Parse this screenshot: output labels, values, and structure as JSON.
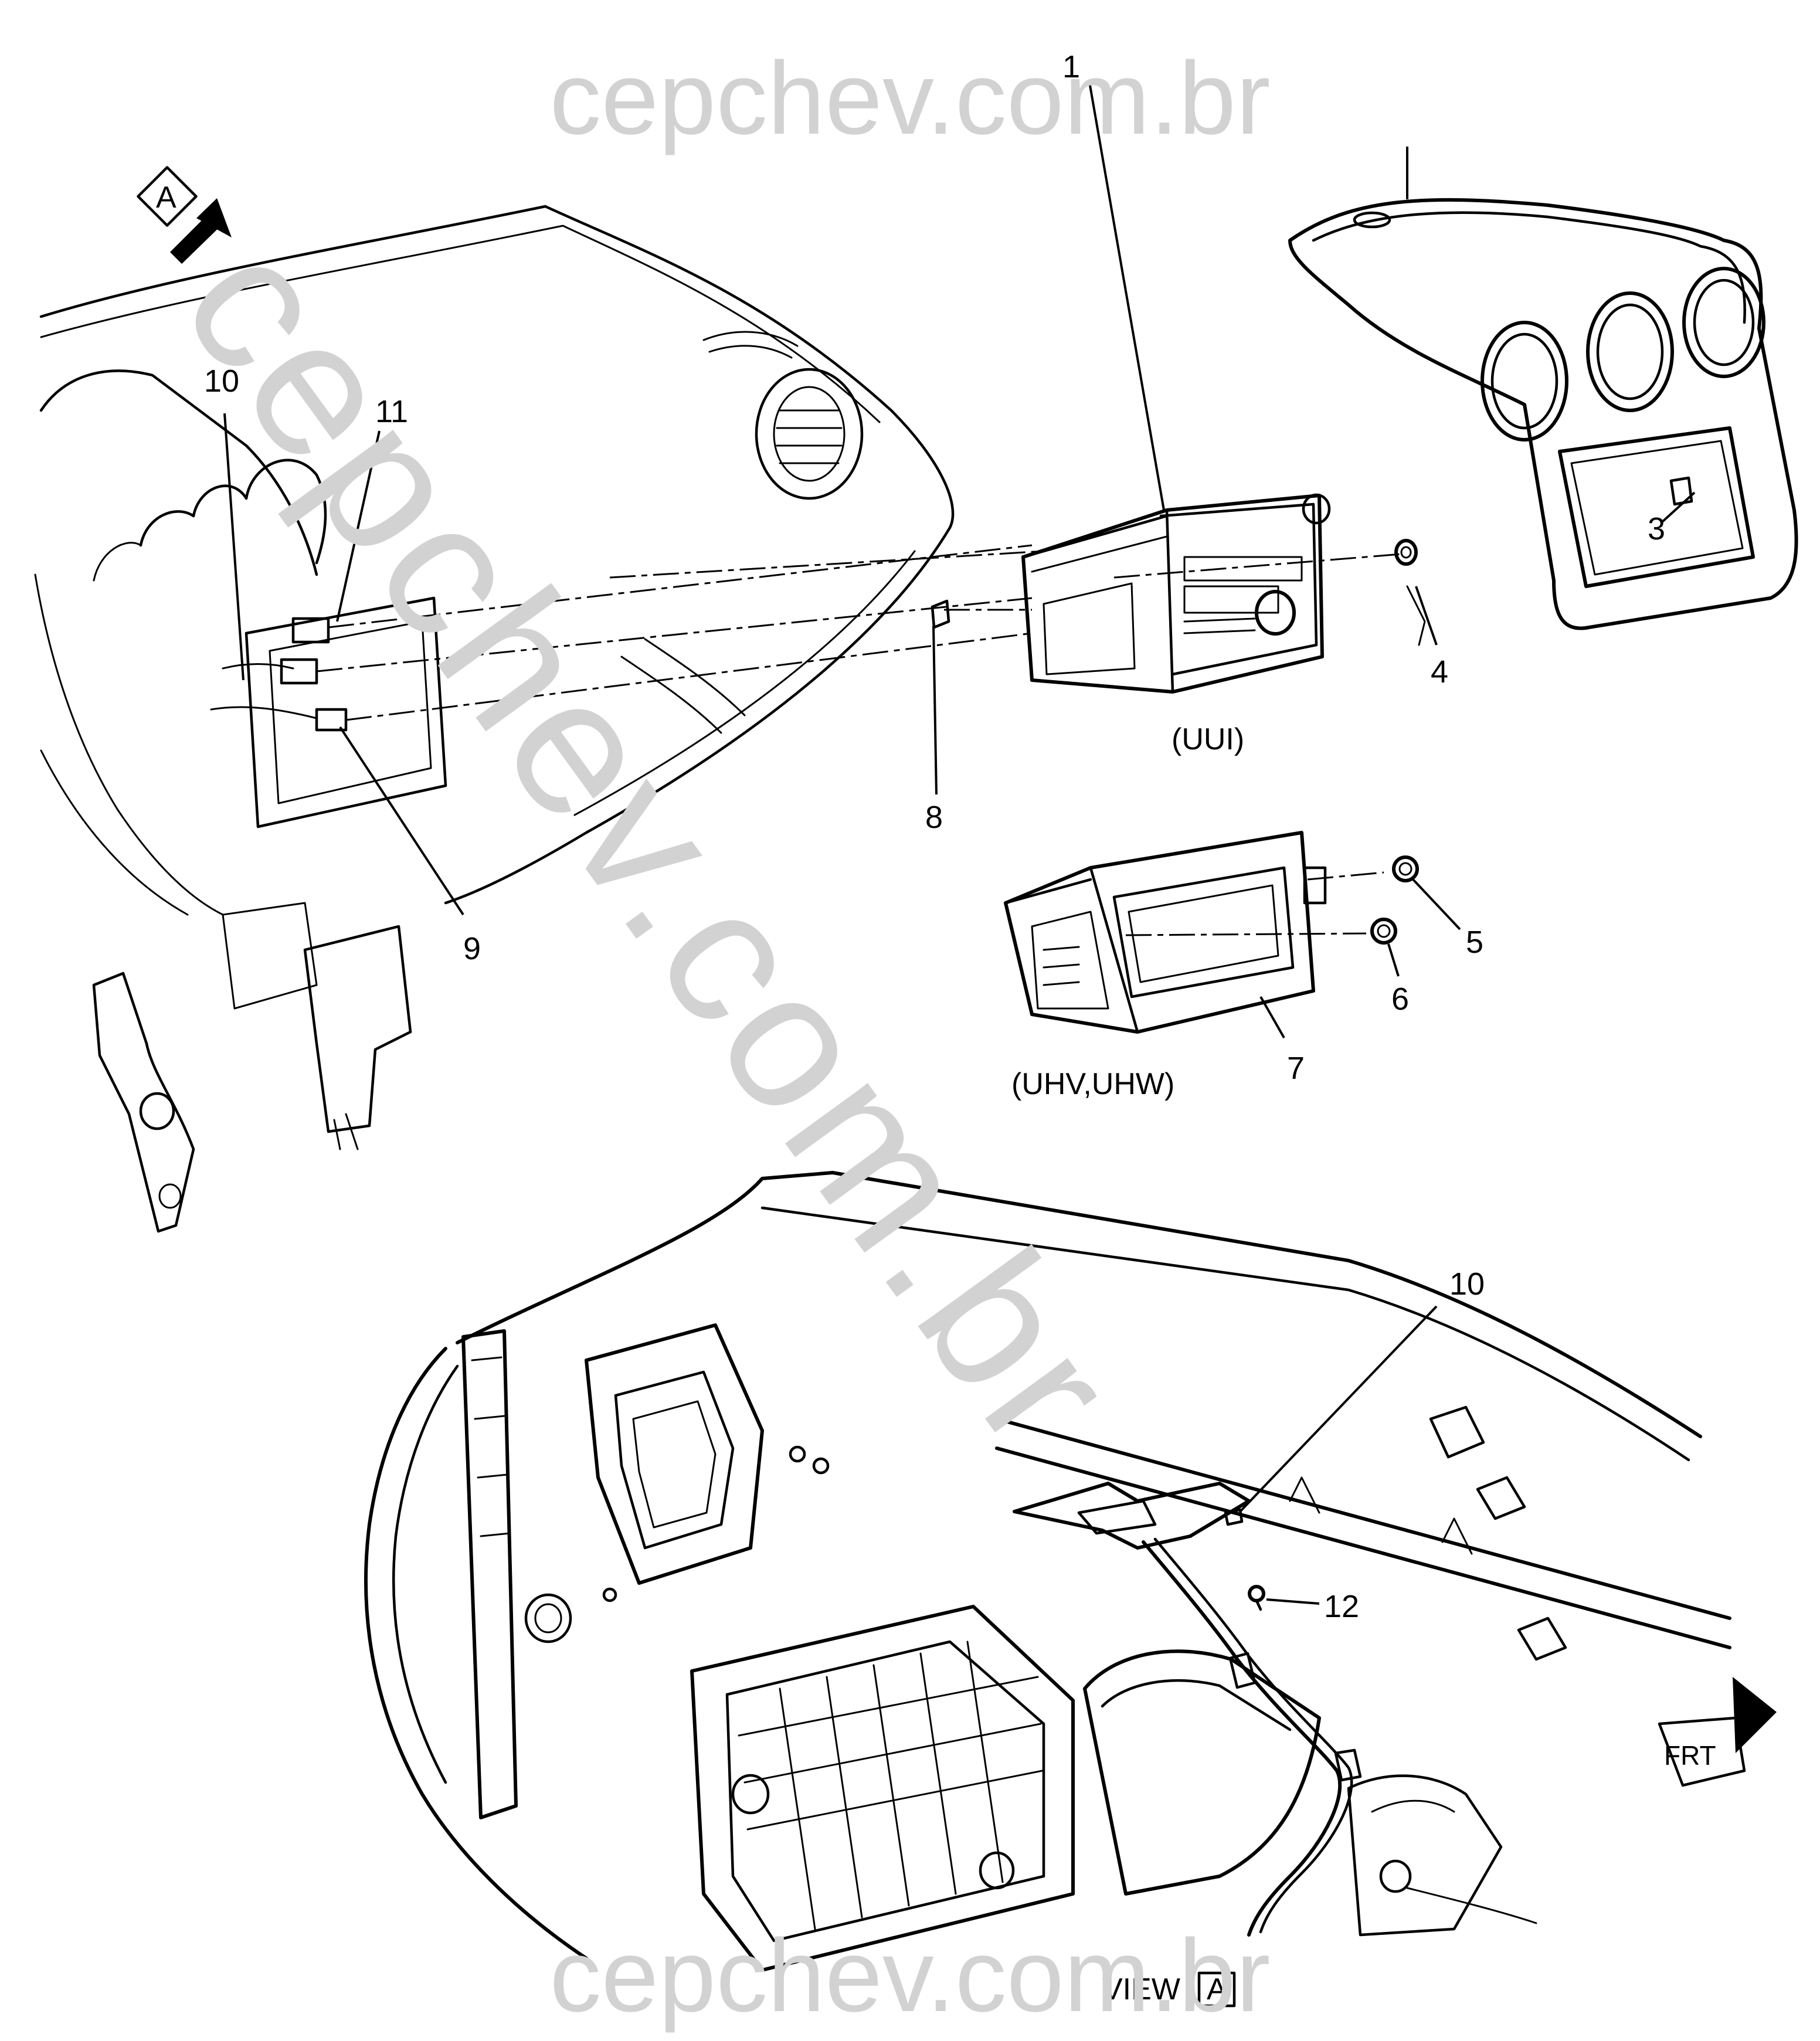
{
  "watermark": {
    "top": "cepchev.com.br",
    "bottom": "cepchev.com.br",
    "diagonal": "cepchev.com.br",
    "color": "#d2d2d2"
  },
  "view_markers": {
    "view_arrow_letter": "A",
    "view_caption_prefix": "VIEW",
    "view_caption_letter": "A",
    "front_arrow_label": "FRT"
  },
  "callouts": [
    {
      "id": "1",
      "label": "1"
    },
    {
      "id": "3",
      "label": "3"
    },
    {
      "id": "4",
      "label": "4"
    },
    {
      "id": "5",
      "label": "5"
    },
    {
      "id": "6",
      "label": "6"
    },
    {
      "id": "7",
      "label": "7"
    },
    {
      "id": "8",
      "label": "8"
    },
    {
      "id": "9",
      "label": "9"
    },
    {
      "id": "10a",
      "label": "10"
    },
    {
      "id": "10b",
      "label": "10"
    },
    {
      "id": "11",
      "label": "11"
    },
    {
      "id": "12",
      "label": "12"
    }
  ],
  "variants": {
    "radio_uui": "(UUI)",
    "radio_uhv_uhw": "(UHV,UHW)"
  },
  "colors": {
    "line": "#000000",
    "background": "#ffffff",
    "watermark": "#d2d2d2"
  }
}
